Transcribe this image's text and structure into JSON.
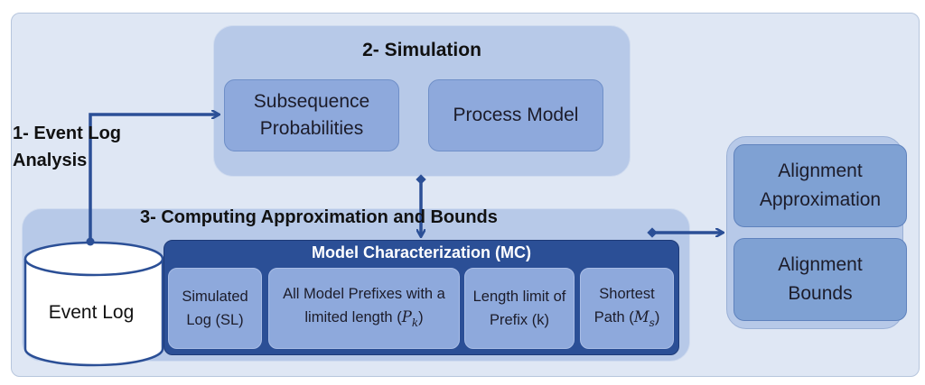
{
  "diagram": {
    "event_log_analysis": {
      "line1": "1- Event Log",
      "line2": "Analysis"
    },
    "simulation": {
      "title": "2- Simulation",
      "subsequence_probabilities": "Subsequence Probabilities",
      "process_model": "Process Model"
    },
    "computing": {
      "title": "3- Computing Approximation and Bounds",
      "event_log": "Event Log",
      "model_characterization": {
        "title": "Model Characterization (MC)",
        "simulated_log": "Simulated Log (SL)",
        "model_prefixes": "All Model Prefixes with a limited length",
        "model_prefixes_symbol": "P",
        "model_prefixes_sub": "k",
        "length_limit": "Length limit of  Prefix (k)",
        "shortest_path": "Shortest Path",
        "shortest_path_symbol": "M",
        "shortest_path_sub": "s"
      }
    },
    "alignment": {
      "approximation": "Alignment Approximation",
      "bounds": "Alignment Bounds"
    }
  }
}
